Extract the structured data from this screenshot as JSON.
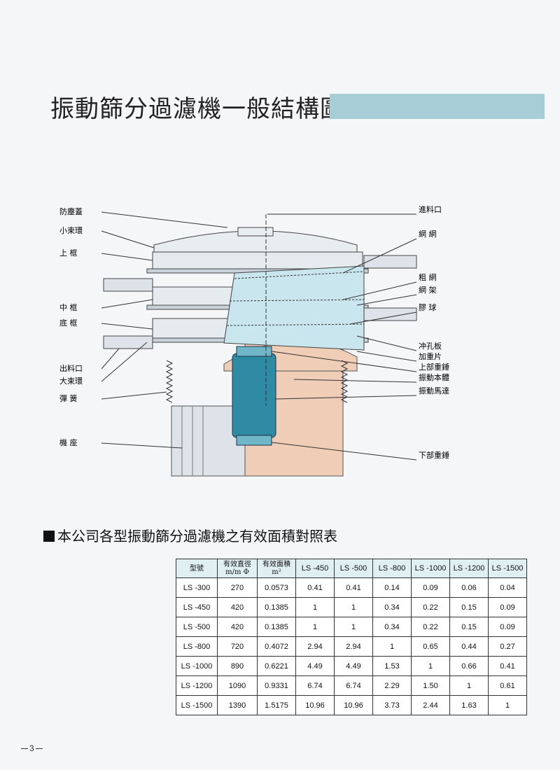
{
  "title": "振動篩分過濾機一般結構圖",
  "colors": {
    "accent_band": "#a7cdd6",
    "machine_blue": "#c9e6ee",
    "base_tan": "#f0cdb6",
    "motor_blue": "#2f8aa3"
  },
  "diagram": {
    "left_labels": [
      "防塵蓋",
      "小束環",
      "上 框",
      "中 框",
      "底 框",
      "出料口",
      "大束環",
      "彈 簧",
      "機 座"
    ],
    "right_labels": [
      "進料口",
      "網 網",
      "粗 網",
      "網 架",
      "膠 球",
      "冲孔板",
      "加重片",
      "上部重錘",
      "振動本體",
      "振動馬達",
      "下部重錘"
    ]
  },
  "table": {
    "heading": "本公司各型振動篩分過濾機之有效面積對照表",
    "header": {
      "model": "型號",
      "diameter": [
        "有效直徑",
        "m/m Φ"
      ],
      "area": [
        "有效面積",
        "m²"
      ],
      "models": [
        "LS -450",
        "LS -500",
        "LS -800",
        "LS -1000",
        "LS -1200",
        "LS -1500"
      ]
    },
    "rows": [
      [
        "LS -300",
        "270",
        "0.0573",
        "0.41",
        "0.41",
        "0.14",
        "0.09",
        "0.06",
        "0.04"
      ],
      [
        "LS -450",
        "420",
        "0.1385",
        "1",
        "1",
        "0.34",
        "0.22",
        "0.15",
        "0.09"
      ],
      [
        "LS -500",
        "420",
        "0.1385",
        "1",
        "1",
        "0.34",
        "0.22",
        "0.15",
        "0.09"
      ],
      [
        "LS -800",
        "720",
        "0.4072",
        "2.94",
        "2.94",
        "1",
        "0.65",
        "0.44",
        "0.27"
      ],
      [
        "LS -1000",
        "890",
        "0.6221",
        "4.49",
        "4.49",
        "1.53",
        "1",
        "0.66",
        "0.41"
      ],
      [
        "LS -1200",
        "1090",
        "0.9331",
        "6.74",
        "6.74",
        "2.29",
        "1.50",
        "1",
        "0.61"
      ],
      [
        "LS -1500",
        "1390",
        "1.5175",
        "10.96",
        "10.96",
        "3.73",
        "2.44",
        "1.63",
        "1"
      ]
    ]
  },
  "page_number": "3"
}
